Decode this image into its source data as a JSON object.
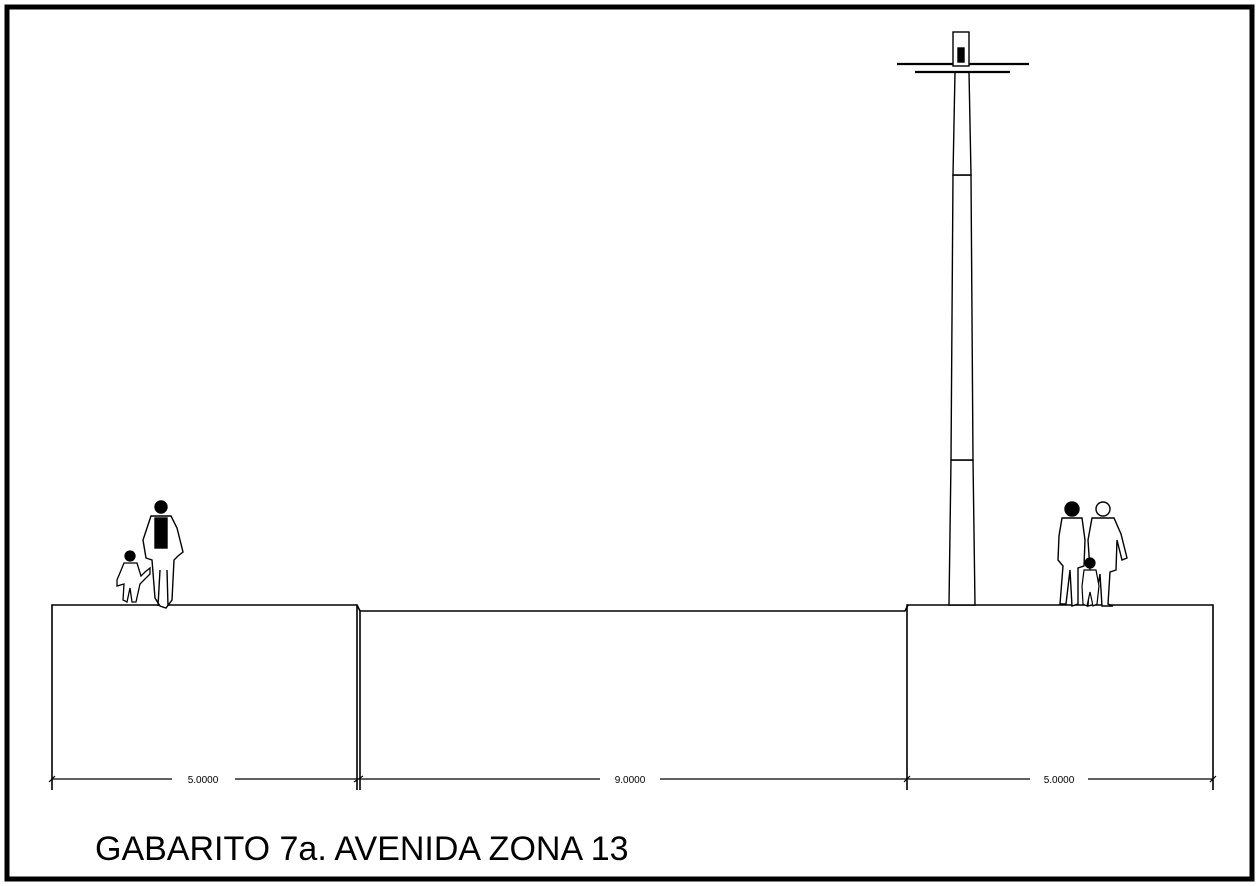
{
  "drawing": {
    "title": "GABARITO 7a. AVENIDA ZONA 13",
    "dimensions": [
      {
        "label": "5.0000"
      },
      {
        "label": "9.0000"
      },
      {
        "label": "5.0000"
      }
    ],
    "colors": {
      "line": "#000000",
      "background": "#ffffff"
    },
    "elements": {
      "left_pedestrians": "adult-with-child-figures",
      "right_pedestrians": "couple-with-child-figures",
      "street_light": "street-light-pole"
    }
  }
}
